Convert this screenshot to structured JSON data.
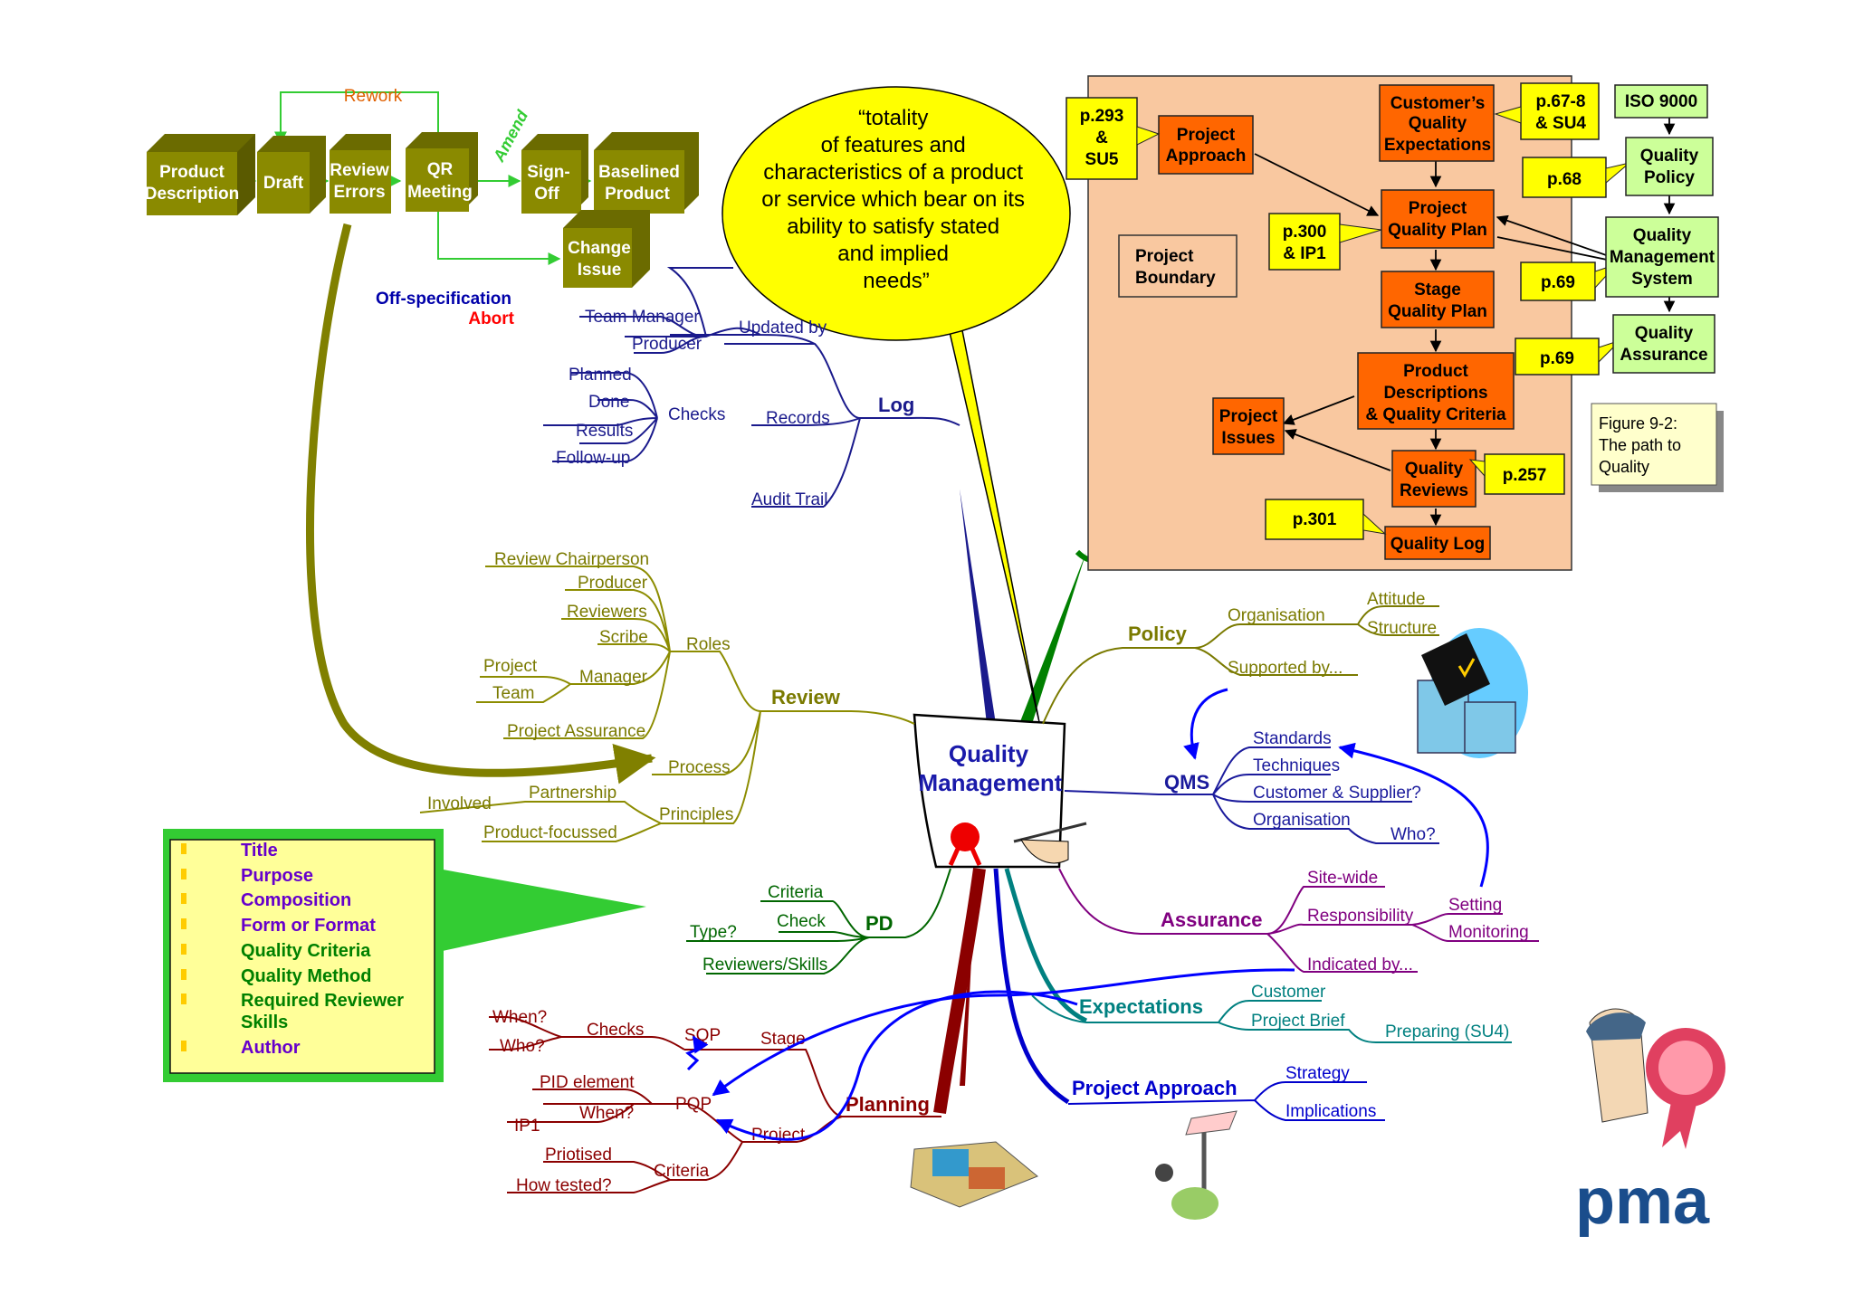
{
  "colors": {
    "olive_box": "#8a8a00",
    "orange_panel": "#f9c8a0",
    "orange_box": "#ff6600",
    "yellow_note": "#ffff00",
    "green_box": "#ccff99",
    "log": "#1a1a8c",
    "review": "#8c8c00",
    "policy": "#7a7a00",
    "qms": "#0000aa",
    "assurance": "#800080",
    "pd": "#006600",
    "expectations": "#008080",
    "planning": "#8b0000",
    "project_approach": "#0000cc"
  },
  "process_flow": {
    "rework": "Rework",
    "amend": "Amend",
    "off_spec": "Off-specification",
    "abort": "Abort",
    "boxes": [
      {
        "id": "pd",
        "l1": "Product",
        "l2": "Description"
      },
      {
        "id": "draft",
        "l1": "Draft",
        "l2": ""
      },
      {
        "id": "review",
        "l1": "Review",
        "l2": "Errors"
      },
      {
        "id": "qr",
        "l1": "QR",
        "l2": "Meeting"
      },
      {
        "id": "sign",
        "l1": "Sign-",
        "l2": "Off"
      },
      {
        "id": "base",
        "l1": "Baselined",
        "l2": "Product"
      },
      {
        "id": "change",
        "l1": "Change",
        "l2": "Issue"
      }
    ]
  },
  "bubble": {
    "lines": [
      "“totality",
      "of features and",
      "characteristics of a product",
      "or service which bear on its",
      "ability to satisfy stated",
      "and implied",
      "needs”"
    ]
  },
  "center": {
    "l1": "Quality",
    "l2": "Management"
  },
  "quality_path": {
    "refs": {
      "p293": [
        "p.293",
        "&",
        "SU5"
      ],
      "p678": [
        "p.67-8",
        "& SU4"
      ],
      "p68": [
        "p.68"
      ],
      "p300": [
        "p.300",
        "& IP1"
      ],
      "p69a": [
        "p.69"
      ],
      "p69b": [
        "p.69"
      ],
      "p257": [
        "p.257"
      ],
      "p301": [
        "p.301"
      ]
    },
    "orange": {
      "approach": [
        "Project",
        "Approach"
      ],
      "cqe": [
        "Customer’s",
        "Quality",
        "Expectations"
      ],
      "pqp": [
        "Project",
        "Quality Plan"
      ],
      "sqp": [
        "Stage",
        "Quality Plan"
      ],
      "pdq": [
        "Product",
        "Descriptions",
        "& Quality Criteria"
      ],
      "issues": [
        "Project",
        "Issues"
      ],
      "reviews": [
        "Quality",
        "Reviews"
      ],
      "log": [
        "Quality Log"
      ]
    },
    "boundary": [
      "Project",
      "Boundary"
    ],
    "green": {
      "iso": [
        "ISO 9000"
      ],
      "policy": [
        "Quality",
        "Policy"
      ],
      "qms": [
        "Quality",
        "Management",
        "System"
      ],
      "qa": [
        "Quality",
        "Assurance"
      ]
    },
    "figure_caption": [
      "Figure 9-2:",
      "The path to",
      "Quality"
    ]
  },
  "branches": {
    "log": {
      "label": "Log",
      "updated_by": "Updated by",
      "team_manager": "Team Manager",
      "producer": "Producer",
      "records": "Records",
      "checks": "Checks",
      "planned": "Planned",
      "done": "Done",
      "results": "Results",
      "follow_up": "Follow-up",
      "audit_trail": "Audit Trail"
    },
    "review": {
      "label": "Review",
      "roles": "Roles",
      "chair": "Review Chairperson",
      "producer": "Producer",
      "reviewers": "Reviewers",
      "scribe": "Scribe",
      "manager": "Manager",
      "project": "Project",
      "team": "Team",
      "assurance": "Project Assurance",
      "process": "Process",
      "principles": "Principles",
      "partnership": "Partnership",
      "involved": "Involved",
      "product_focussed": "Product-focussed"
    },
    "policy": {
      "label": "Policy",
      "organisation": "Organisation",
      "attitude": "Attitude",
      "structure": "Structure",
      "supported": "Supported by..."
    },
    "qms": {
      "label": "QMS",
      "standards": "Standards",
      "techniques": "Techniques",
      "customer": "Customer & Supplier?",
      "organisation": "Organisation",
      "who": "Who?"
    },
    "assurance": {
      "label": "Assurance",
      "site": "Site-wide",
      "responsibility": "Responsibility",
      "setting": "Setting",
      "monitoring": "Monitoring",
      "indicated": "Indicated by..."
    },
    "pd": {
      "label": "PD",
      "criteria": "Criteria",
      "check": "Check",
      "type": "Type?",
      "reviewers": "Reviewers/Skills"
    },
    "expectations": {
      "label": "Expectations",
      "customer": "Customer",
      "brief": "Project Brief",
      "preparing": "Preparing (SU4)"
    },
    "planning": {
      "label": "Planning",
      "stage": "Stage",
      "project": "Project",
      "sqp": "SQP",
      "pqp": "PQP",
      "checks": "Checks",
      "when1": "When?",
      "who": "Who?",
      "pid": "PID element",
      "when2": "When?",
      "ip1": "IP1",
      "criteria": "Criteria",
      "prioritised": "Priotised",
      "tested": "How tested?"
    },
    "approach": {
      "label": "Project Approach",
      "strategy": "Strategy",
      "implications": "Implications"
    }
  },
  "pd_list": {
    "items": [
      {
        "text": "Title",
        "color": "#6600cc"
      },
      {
        "text": "Purpose",
        "color": "#6600cc"
      },
      {
        "text": "Composition",
        "color": "#6600cc"
      },
      {
        "text": "Form or Format",
        "color": "#6600cc"
      },
      {
        "text": "Quality Criteria",
        "color": "#008000"
      },
      {
        "text": "Quality Method",
        "color": "#008000"
      },
      {
        "text": "Required Reviewer",
        "color": "#008000"
      },
      {
        "text": "Skills",
        "color": "#008000"
      },
      {
        "text": "Author",
        "color": "#6600cc"
      }
    ]
  },
  "logo": "pma"
}
